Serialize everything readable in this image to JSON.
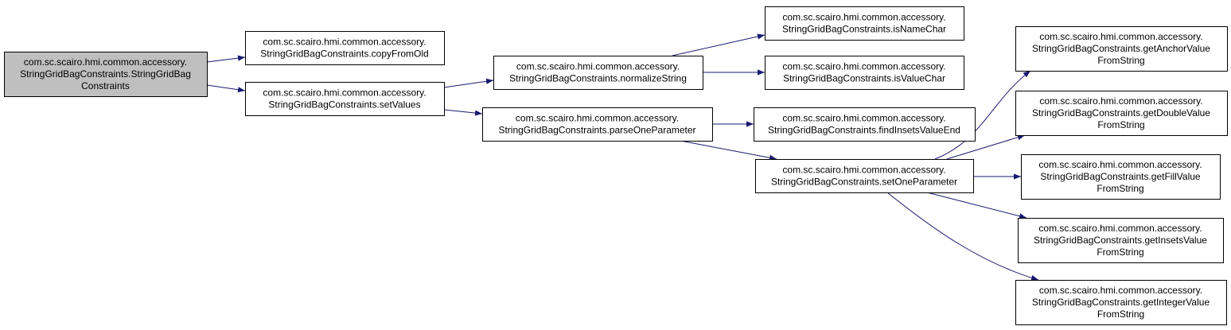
{
  "colors": {
    "edge": "#191970",
    "node_border": "#000000",
    "node_fill": "#ffffff",
    "root_fill": "#bfbfbf"
  },
  "nodes": {
    "root": [
      "com.sc.scairo.hmi.common.accessory.",
      "StringGridBagConstraints.StringGridBag",
      "Constraints"
    ],
    "copyFromOld": [
      "com.sc.scairo.hmi.common.accessory.",
      "StringGridBagConstraints.copyFromOld"
    ],
    "setValues": [
      "com.sc.scairo.hmi.common.accessory.",
      "StringGridBagConstraints.setValues"
    ],
    "normalizeString": [
      "com.sc.scairo.hmi.common.accessory.",
      "StringGridBagConstraints.normalizeString"
    ],
    "parseOneParameter": [
      "com.sc.scairo.hmi.common.accessory.",
      "StringGridBagConstraints.parseOneParameter"
    ],
    "isNameChar": [
      "com.sc.scairo.hmi.common.accessory.",
      "StringGridBagConstraints.isNameChar"
    ],
    "isValueChar": [
      "com.sc.scairo.hmi.common.accessory.",
      "StringGridBagConstraints.isValueChar"
    ],
    "findInsetsValueEnd": [
      "com.sc.scairo.hmi.common.accessory.",
      "StringGridBagConstraints.findInsetsValueEnd"
    ],
    "setOneParameter": [
      "com.sc.scairo.hmi.common.accessory.",
      "StringGridBagConstraints.setOneParameter"
    ],
    "getAnchorValueFromString": [
      "com.sc.scairo.hmi.common.accessory.",
      "StringGridBagConstraints.getAnchorValue",
      "FromString"
    ],
    "getDoubleValueFromString": [
      "com.sc.scairo.hmi.common.accessory.",
      "StringGridBagConstraints.getDoubleValue",
      "FromString"
    ],
    "getFillValueFromString": [
      "com.sc.scairo.hmi.common.accessory.",
      "StringGridBagConstraints.getFillValue",
      "FromString"
    ],
    "getInsetsValueFromString": [
      "com.sc.scairo.hmi.common.accessory.",
      "StringGridBagConstraints.getInsetsValue",
      "FromString"
    ],
    "getIntegerValueFromString": [
      "com.sc.scairo.hmi.common.accessory.",
      "StringGridBagConstraints.getIntegerValue",
      "FromString"
    ]
  },
  "edges": [
    [
      "root",
      "copyFromOld"
    ],
    [
      "root",
      "setValues"
    ],
    [
      "setValues",
      "normalizeString"
    ],
    [
      "setValues",
      "parseOneParameter"
    ],
    [
      "normalizeString",
      "isNameChar"
    ],
    [
      "normalizeString",
      "isValueChar"
    ],
    [
      "parseOneParameter",
      "findInsetsValueEnd"
    ],
    [
      "parseOneParameter",
      "setOneParameter"
    ],
    [
      "setOneParameter",
      "getAnchorValueFromString"
    ],
    [
      "setOneParameter",
      "getDoubleValueFromString"
    ],
    [
      "setOneParameter",
      "getFillValueFromString"
    ],
    [
      "setOneParameter",
      "getInsetsValueFromString"
    ],
    [
      "setOneParameter",
      "getIntegerValueFromString"
    ]
  ]
}
